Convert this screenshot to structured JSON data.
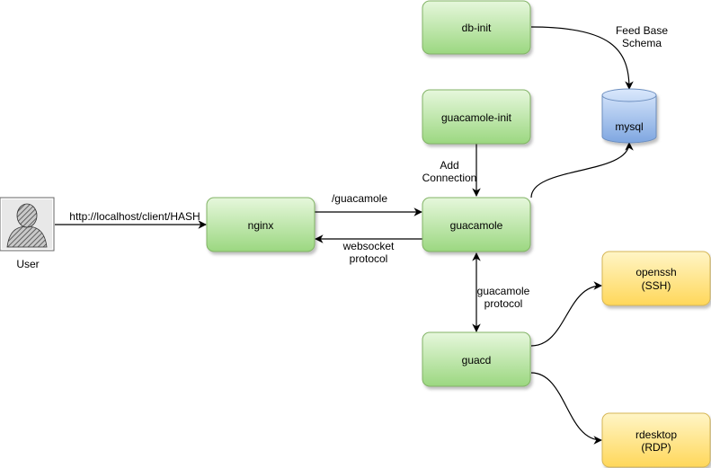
{
  "colors": {
    "green_fill_top": "#e6f7dc",
    "green_fill_bottom": "#9bd780",
    "green_stroke": "#82b366",
    "yellow_fill_top": "#fff5c6",
    "yellow_fill_bottom": "#ffd75a",
    "yellow_stroke": "#d6b656",
    "db_fill_top": "#dae8fc",
    "db_fill_bottom": "#7ea6e0",
    "db_stroke": "#6c8ebf",
    "edge": "#000000"
  },
  "nodes": {
    "db_init": "db-init",
    "guacamole_init": "guacamole-init",
    "mysql": "mysql",
    "nginx": "nginx",
    "guacamole": "guacamole",
    "guacd": "guacd",
    "openssh_line1": "openssh",
    "openssh_line2": "(SSH)",
    "rdesktop_line1": "rdesktop",
    "rdesktop_line2": "(RDP)",
    "user": "User"
  },
  "edges": {
    "feed_line1": "Feed Base",
    "feed_line2": "Schema",
    "add_line1": "Add",
    "add_line2": "Connection",
    "user_to_nginx": "http://localhost/client/HASH",
    "nginx_to_guacamole": "/guacamole",
    "websocket_line1": "websocket",
    "websocket_line2": "protocol",
    "guac_proto_line1": "guacamole",
    "guac_proto_line2": "protocol"
  },
  "icons": {
    "user": "user-avatar-icon",
    "database": "database-cylinder-icon"
  }
}
